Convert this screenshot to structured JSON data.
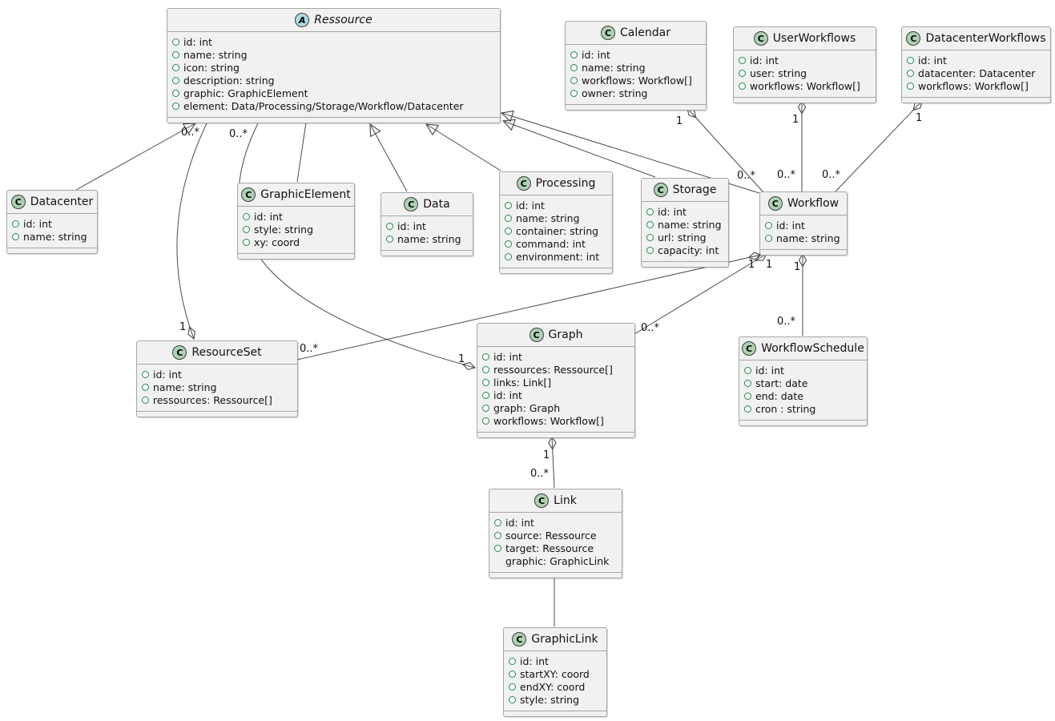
{
  "diagram_type": "uml-class-diagram",
  "colors": {
    "background": "#ffffff",
    "class_fill": "#f1f1f1",
    "class_border": "#a6a6a6",
    "class_badge_fill": "#add1b2",
    "abstract_badge_fill": "#a9dcdf",
    "visibility_icon_color": "#1f8a4c",
    "edge_color": "#4a4a4a"
  },
  "classes": [
    {
      "id": "ressource",
      "stereotype": "A",
      "kind": "abstract class",
      "name": "Ressource",
      "attributes": [
        {
          "t": "id: int",
          "vis": true
        },
        {
          "t": "name: string",
          "vis": true
        },
        {
          "t": "icon: string",
          "vis": true
        },
        {
          "t": "description: string",
          "vis": true
        },
        {
          "t": "graphic: GraphicElement",
          "vis": true
        },
        {
          "t": "element: Data/Processing/Storage/Workflow/Datacenter",
          "vis": true
        }
      ]
    },
    {
      "id": "calendar",
      "stereotype": "C",
      "kind": "class",
      "name": "Calendar",
      "attributes": [
        {
          "t": "id: int",
          "vis": true
        },
        {
          "t": "name: string",
          "vis": true
        },
        {
          "t": "workflows: Workflow[]",
          "vis": true
        },
        {
          "t": "owner: string",
          "vis": true
        }
      ]
    },
    {
      "id": "userworkflows",
      "stereotype": "C",
      "kind": "class",
      "name": "UserWorkflows",
      "attributes": [
        {
          "t": "id: int",
          "vis": true
        },
        {
          "t": "user: string",
          "vis": true
        },
        {
          "t": "workflows: Workflow[]",
          "vis": true
        }
      ]
    },
    {
      "id": "datacenterworkflows",
      "stereotype": "C",
      "kind": "class",
      "name": "DatacenterWorkflows",
      "attributes": [
        {
          "t": "id: int",
          "vis": true
        },
        {
          "t": "datacenter: Datacenter",
          "vis": true
        },
        {
          "t": "workflows: Workflow[]",
          "vis": true
        }
      ]
    },
    {
      "id": "datacenter",
      "stereotype": "C",
      "kind": "class",
      "name": "Datacenter",
      "attributes": [
        {
          "t": "id: int",
          "vis": true
        },
        {
          "t": "name: string",
          "vis": true
        }
      ]
    },
    {
      "id": "graphicelement",
      "stereotype": "C",
      "kind": "class",
      "name": "GraphicElement",
      "attributes": [
        {
          "t": "id: int",
          "vis": true
        },
        {
          "t": "style: string",
          "vis": true
        },
        {
          "t": "xy: coord",
          "vis": true
        }
      ]
    },
    {
      "id": "data",
      "stereotype": "C",
      "kind": "class",
      "name": "Data",
      "attributes": [
        {
          "t": "id: int",
          "vis": true
        },
        {
          "t": "name: string",
          "vis": true
        }
      ]
    },
    {
      "id": "processing",
      "stereotype": "C",
      "kind": "class",
      "name": "Processing",
      "attributes": [
        {
          "t": "id: int",
          "vis": true
        },
        {
          "t": "name: string",
          "vis": true
        },
        {
          "t": "container: string",
          "vis": true
        },
        {
          "t": "command: int",
          "vis": true
        },
        {
          "t": "environment: int",
          "vis": true
        }
      ]
    },
    {
      "id": "storage",
      "stereotype": "C",
      "kind": "class",
      "name": "Storage",
      "attributes": [
        {
          "t": "id: int",
          "vis": true
        },
        {
          "t": "name: string",
          "vis": true
        },
        {
          "t": "url: string",
          "vis": true
        },
        {
          "t": "capacity: int",
          "vis": true
        }
      ]
    },
    {
      "id": "workflow",
      "stereotype": "C",
      "kind": "class",
      "name": "Workflow",
      "attributes": [
        {
          "t": "id: int",
          "vis": true
        },
        {
          "t": "name: string",
          "vis": true
        }
      ]
    },
    {
      "id": "resourceset",
      "stereotype": "C",
      "kind": "class",
      "name": "ResourceSet",
      "attributes": [
        {
          "t": "id: int",
          "vis": true
        },
        {
          "t": "name: string",
          "vis": true
        },
        {
          "t": "ressources: Ressource[]",
          "vis": true
        }
      ]
    },
    {
      "id": "graph",
      "stereotype": "C",
      "kind": "class",
      "name": "Graph",
      "attributes": [
        {
          "t": "id: int",
          "vis": true
        },
        {
          "t": "ressources: Ressource[]",
          "vis": true
        },
        {
          "t": "links: Link[]",
          "vis": true
        },
        {
          "t": "id: int",
          "vis": true
        },
        {
          "t": "graph: Graph",
          "vis": true
        },
        {
          "t": "workflows: Workflow[]",
          "vis": true
        }
      ]
    },
    {
      "id": "workflowschedule",
      "stereotype": "C",
      "kind": "class",
      "name": "WorkflowSchedule",
      "attributes": [
        {
          "t": "id: int",
          "vis": true
        },
        {
          "t": "start: date",
          "vis": true
        },
        {
          "t": "end: date",
          "vis": true
        },
        {
          "t": "cron : string",
          "vis": true
        }
      ]
    },
    {
      "id": "link",
      "stereotype": "C",
      "kind": "class",
      "name": "Link",
      "attributes": [
        {
          "t": "id: int",
          "vis": true
        },
        {
          "t": "source: Ressource",
          "vis": true
        },
        {
          "t": "target: Ressource",
          "vis": true
        },
        {
          "t": "graphic: GraphicLink",
          "vis": false
        }
      ]
    },
    {
      "id": "graphiclink",
      "stereotype": "C",
      "kind": "class",
      "name": "GraphicLink",
      "attributes": [
        {
          "t": "id: int",
          "vis": true
        },
        {
          "t": "startXY: coord",
          "vis": true
        },
        {
          "t": "endXY: coord",
          "vis": true
        },
        {
          "t": "style: string",
          "vis": true
        }
      ]
    }
  ],
  "multiplicities": {
    "ressource_resourceset": {
      "ressource_end": "0..*",
      "resourceset_end": "1"
    },
    "ressource_graph": {
      "ressource_end": "0..*",
      "graph_end": "1"
    },
    "calendar_workflow": {
      "calendar_end": "1",
      "workflow_end": "0..*"
    },
    "userworkflows_workflow": {
      "userworkflows_end": "1",
      "workflow_end": "0..*"
    },
    "datacenterworkflows_workflow": {
      "datacenterworkflows_end": "1",
      "workflow_end": "0..*"
    },
    "workflow_resourceset": {
      "workflow_end": "1",
      "resourceset_end": "0..*"
    },
    "workflow_graph": {
      "workflow_end": "1",
      "graph_end": "0..*"
    },
    "workflow_workflowschedule": {
      "workflow_end": "1",
      "workflowschedule_end": "0..*"
    },
    "graph_link": {
      "graph_end": "1",
      "link_end": "0..*"
    }
  }
}
